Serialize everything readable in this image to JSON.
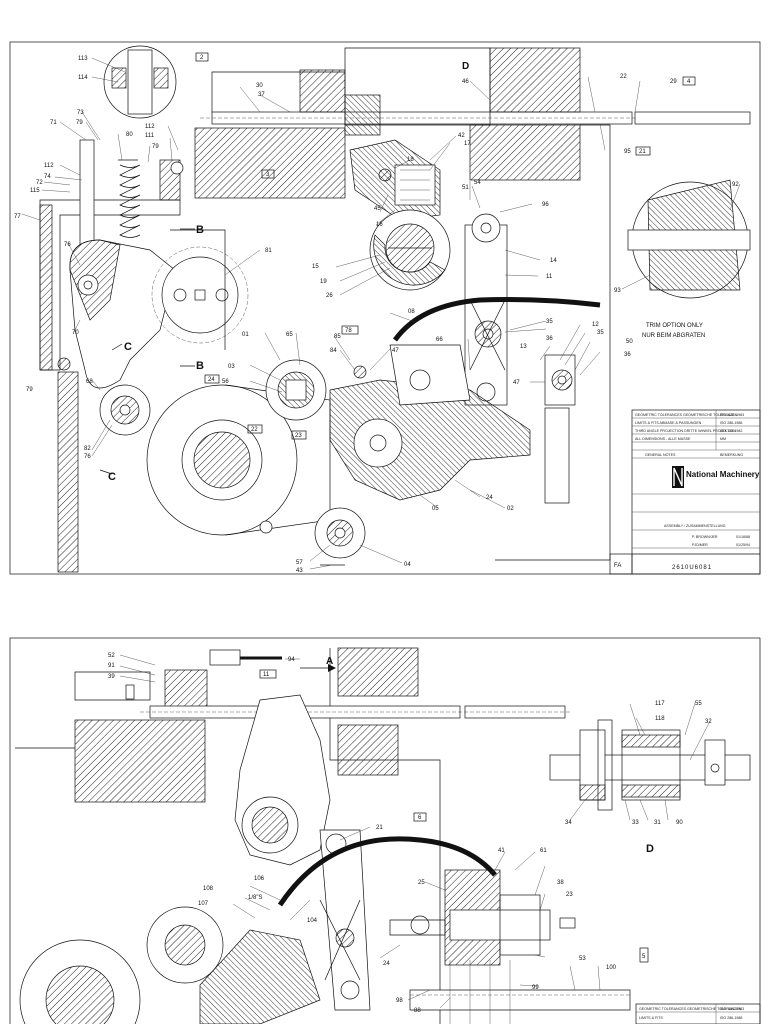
{
  "colors": {
    "ink": "#111111",
    "paper": "#ffffff",
    "hatch": "#222222"
  },
  "sheet1": {
    "view_letters": {
      "b1": "B",
      "b2": "B",
      "c1": "C",
      "c2": "C",
      "d": "D"
    },
    "labels": {
      "l113": "113",
      "l114": "114",
      "l73": "73",
      "l71": "71",
      "l79a": "79",
      "l80": "80",
      "l111": "111",
      "l112a": "112",
      "l112b": "112",
      "l79b": "79",
      "l74": "74",
      "l72": "72",
      "l115": "115",
      "l77": "77",
      "l76a": "76",
      "l70": "70",
      "l68": "68",
      "l79c": "79",
      "l82": "82",
      "l76b": "76",
      "l30": "30",
      "l37": "37",
      "l46": "46",
      "l22": "22",
      "l29": "29",
      "l95": "95",
      "l42": "42",
      "l17": "17",
      "l18": "18",
      "l45": "45",
      "l16": "16",
      "l54": "54",
      "l51": "51",
      "l96": "96",
      "l15": "15",
      "l19": "19",
      "l26": "26",
      "l14": "14",
      "l11": "11",
      "l81": "81",
      "l92": "92",
      "l93": "93",
      "l08": "08",
      "l35a": "35",
      "l36a": "36",
      "l12": "12",
      "l35b": "35",
      "l50": "50",
      "l36b": "36",
      "l13": "13",
      "l47a": "47",
      "l47b": "47",
      "l01": "01",
      "l65": "65",
      "l85": "85",
      "l84": "84",
      "l03": "03",
      "l56": "56",
      "l66": "66",
      "l24": "24",
      "l02": "02",
      "l05": "05",
      "l04": "04",
      "l57": "57",
      "l43": "43"
    },
    "boxes": {
      "b2": "2",
      "b4": "4",
      "b21": "21",
      "b3": "3",
      "b78": "78",
      "b24": "24",
      "b22": "22",
      "b23": "23"
    },
    "trim_note": {
      "line1": "TRIM OPTION ONLY",
      "line2": "NUR BEIM ABGRATEN"
    },
    "title_block": {
      "rows": [
        {
          "left": "GEOMETRIC TOLERANCES\nGEOMETRISCHE TOLERANZEN",
          "right": "ISO 1101-1983"
        },
        {
          "left": "LIMITS & FITS\nABMASE & PASSUNGEN",
          "right": "ISO 286-1988"
        },
        {
          "left": "THIRD ANGLE PROJECTION\nDRITTE WINKEL PROJEKTION",
          "right": "ISO 128-1982"
        },
        {
          "left": "ALL DIMENSIONS - ALLE MASSE",
          "right": "MM"
        }
      ],
      "notes_header": "GENERAL NOTES",
      "notes_header_de": "BEMERKUNG",
      "company": "National Machinery",
      "part_name": "ASSEMBLY / ZUSAMMENSTELLUNG",
      "drawn_by": "P. BROWN/JER",
      "drawn_date": "01/18/88",
      "checked_by": "PJD/MER",
      "checked_date": "01/25/94",
      "fa": "FA",
      "drawing_number": "2610U6081"
    }
  },
  "sheet2": {
    "view_letters": {
      "a": "A",
      "d": "D"
    },
    "labels": {
      "l52": "52",
      "l91": "91",
      "l39": "39",
      "l94": "94",
      "l117": "117",
      "l118": "118",
      "l55": "55",
      "l32": "32",
      "l34": "34",
      "l33": "33",
      "l31": "31",
      "l90": "90",
      "l21": "21",
      "l106": "106",
      "l108": "108",
      "l18s": "1/8\"S",
      "l107": "107",
      "l104": "104",
      "l41": "41",
      "l61": "61",
      "l25": "25",
      "l38": "38",
      "l23": "23",
      "l24": "24",
      "l53": "53",
      "l100": "100",
      "l98": "98",
      "l99": "99",
      "l88": "88"
    },
    "boxes": {
      "b11": "11",
      "b6": "6",
      "b5": "5"
    },
    "title_block": {
      "rows": [
        {
          "left": "GEOMETRIC TOLERANCES\nGEOMETRISCHE TOLERANZEN",
          "right": "ISO 1101-1983"
        },
        {
          "left": "LIMITS & FITS",
          "right": "ISO 286-1988"
        }
      ]
    }
  }
}
